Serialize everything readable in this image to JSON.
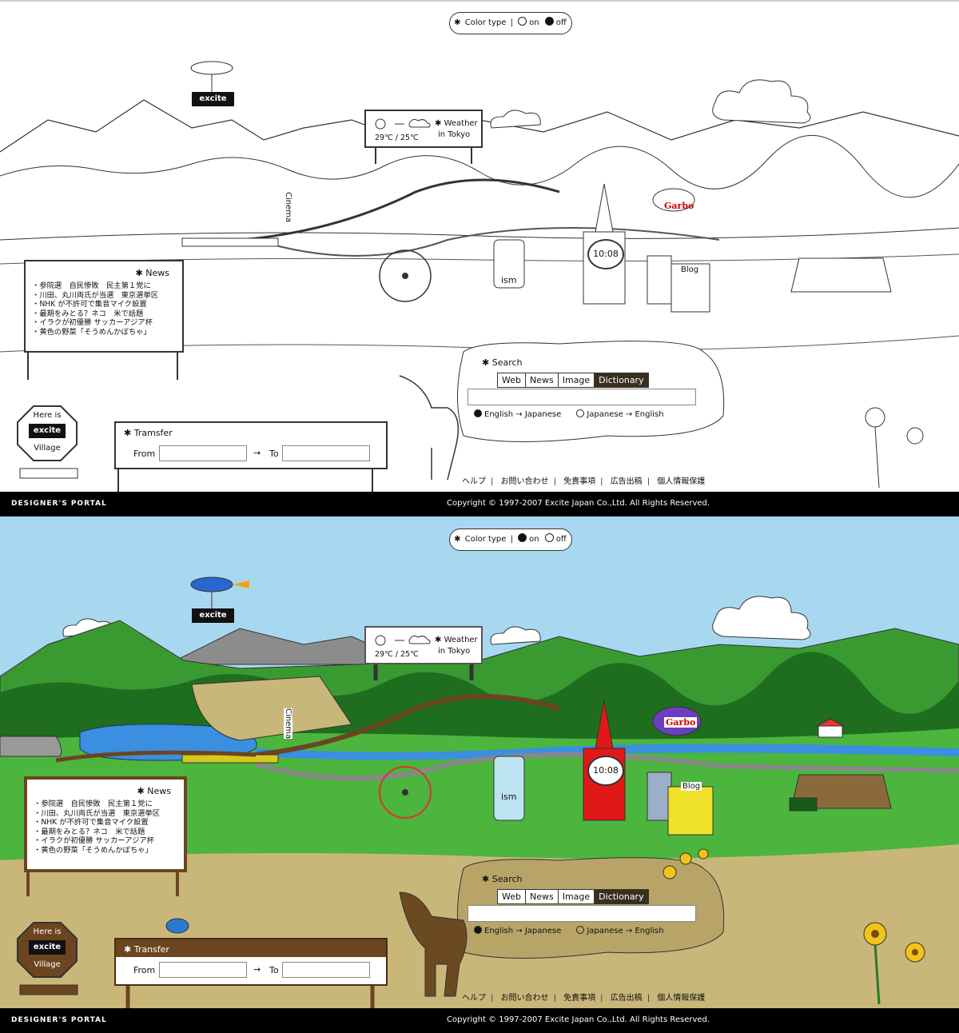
{
  "colors": {
    "sky": "#a8d8f0",
    "grass": "#3aa832",
    "dark_grass": "#227a22",
    "dirt": "#c9b77a",
    "wood": "#6b4520",
    "water": "#3a8fe0",
    "footer": "#000000"
  },
  "panels": [
    {
      "id": "mono",
      "color_type": {
        "label": "Color type",
        "on": "on",
        "off": "off",
        "selected": "off"
      },
      "logo": "excite",
      "weather": {
        "title": "Weather",
        "place": "in Tokyo",
        "temps": "29℃ / 25℃"
      },
      "news": {
        "title": "News",
        "items": [
          "参院選　自民惨敗　民主第１党に",
          "川田、丸川両氏が当選　東京選挙区",
          "NHK が不許可で集音マイク設置",
          "最期をみとる？ネコ　米で話題",
          "イラクが初優勝 サッカーアジア杯",
          "黄色の野菜「そうめんかぼちゃ」"
        ]
      },
      "places": {
        "cinema": "Cinema",
        "clock": "10:08",
        "garbo": "Garbo",
        "ism": "ism",
        "blog": "Blog"
      },
      "search": {
        "title": "Search",
        "tabs": [
          "Web",
          "News",
          "Image",
          "Dictionary"
        ],
        "active_tab": "Dictionary",
        "radio1": "English → Japanese",
        "radio2": "Japanese → English"
      },
      "village": {
        "line1": "Here is",
        "logo": "excite",
        "line2": "Village"
      },
      "transfer": {
        "title": "Tramsfer",
        "from": "From",
        "arrow": "→",
        "to": "To"
      },
      "links": [
        "ヘルプ",
        "お問い合わせ",
        "免責事項",
        "広告出稿",
        "個人情報保護"
      ],
      "footer": {
        "portal": "DESIGNER'S PORTAL",
        "copyright": "Copyright © 1997-2007 Excite Japan Co.,Ltd. All Rights Reserved."
      }
    },
    {
      "id": "color",
      "color_type": {
        "label": "Color type",
        "on": "on",
        "off": "off",
        "selected": "on"
      },
      "logo": "excite",
      "weather": {
        "title": "Weather",
        "place": "in Tokyo",
        "temps": "29℃ / 25℃"
      },
      "news": {
        "title": "News",
        "items": [
          "参院選　自民惨敗　民主第１党に",
          "川田、丸川両氏が当選　東京選挙区",
          "NHK が不許可で集音マイク設置",
          "最期をみとる？ネコ　米で話題",
          "イラクが初優勝 サッカーアジア杯",
          "黄色の野菜「そうめんかぼちゃ」"
        ]
      },
      "places": {
        "cinema": "Cinema",
        "clock": "10:08",
        "garbo": "Garbo",
        "ism": "ism",
        "blog": "Blog"
      },
      "search": {
        "title": "Search",
        "tabs": [
          "Web",
          "News",
          "Image",
          "Dictionary"
        ],
        "active_tab": "Dictionary",
        "radio1": "English → Japanese",
        "radio2": "Japanese → English"
      },
      "village": {
        "line1": "Here is",
        "logo": "excite",
        "line2": "Village"
      },
      "transfer": {
        "title": "Transfer",
        "from": "From",
        "arrow": "→",
        "to": "To"
      },
      "links": [
        "ヘルプ",
        "お問い合わせ",
        "免責事項",
        "広告出稿",
        "個人情報保護"
      ],
      "footer": {
        "portal": "DESIGNER'S PORTAL",
        "copyright": "Copyright © 1997-2007 Excite Japan Co.,Ltd. All Rights Reserved."
      }
    }
  ]
}
